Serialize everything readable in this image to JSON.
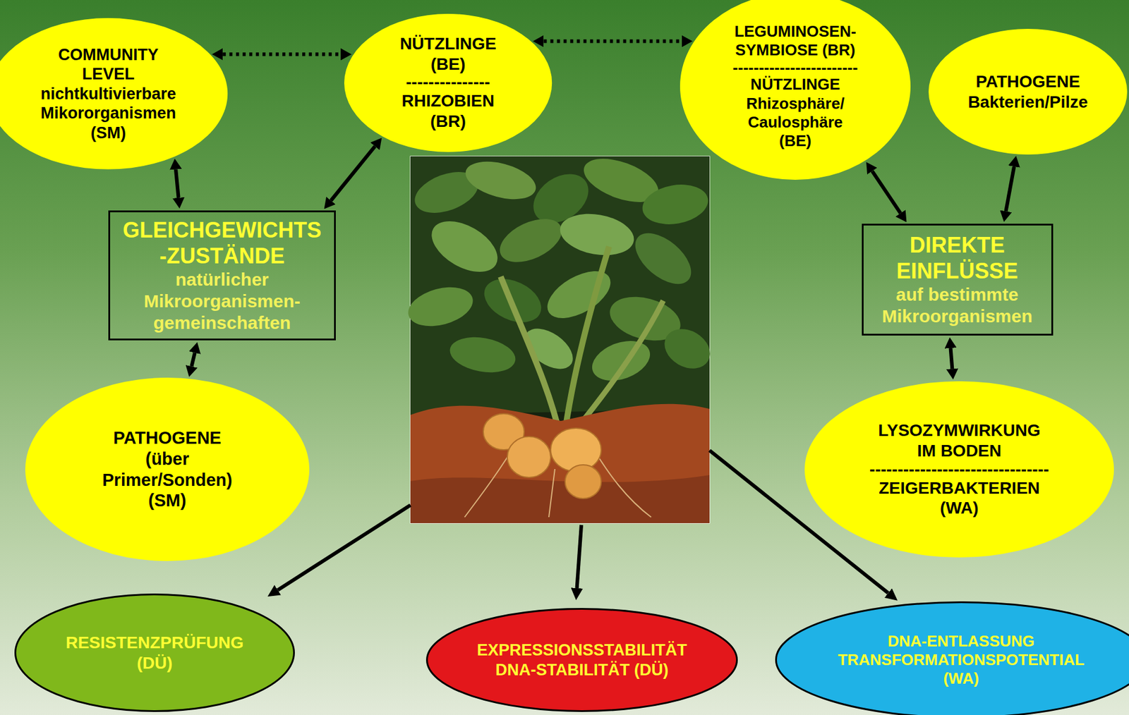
{
  "diagram": {
    "nodes": [
      {
        "text": [
          "COMMUNITY LEVEL nichtkultivierbare Mikororganismen (SM)"
        ]
      },
      {
        "text": [
          "NÜTZLINGE (BE)",
          "---------------",
          "RHIZOBIEN (BR)"
        ]
      },
      {
        "text": [
          "LEGUMINOSEN- SYMBIOSE (BR)",
          "------------------------",
          "NÜTZLINGE Rhizosphäre/ Caulosphäre (BE)"
        ]
      },
      {
        "text": [
          "PATHOGENE Bakterien/Pilze"
        ]
      },
      {
        "text": [
          "GLEICHGEWICHTS -ZUSTÄNDE",
          "natürlicher Mikroorganismen- gemeinschaften"
        ]
      },
      {
        "text": [
          "PATHOGENE (über Primer/Sonden) (SM)"
        ]
      },
      {
        "text": [
          "DIREKTE EINFLÜSSE",
          "auf bestimmte Mikroorganismen"
        ]
      },
      {
        "text": [
          "LYSOZYMWIRKUNG IM BODEN",
          "--------------------------------",
          "ZEIGERBAKTERIEN (WA)"
        ]
      },
      {
        "text": [
          "RESISTENZPRÜFUNG (DÜ)"
        ]
      },
      {
        "text": [
          "EXPRESSIONSSTABILITÄT DNA-STABILITÄT (DÜ)"
        ]
      },
      {
        "text": [
          "DNA-ENTLASSUNG TRANSFORMATIONSPOTENTIAL (WA)"
        ]
      }
    ],
    "edges": [
      {
        "from": 0,
        "to": 1,
        "arrow": "both"
      },
      {
        "from": 1,
        "to": 2,
        "arrow": "both"
      },
      {
        "from": 0,
        "to": 4,
        "arrow": "both"
      },
      {
        "from": 4,
        "to": 1,
        "arrow": "both"
      },
      {
        "from": 4,
        "to": 5,
        "arrow": "both"
      },
      {
        "from": 2,
        "to": 6,
        "arrow": "both"
      },
      {
        "from": 3,
        "to": 6,
        "arrow": "both"
      },
      {
        "from": 6,
        "to": 7,
        "arrow": "both"
      }
    ]
  }
}
